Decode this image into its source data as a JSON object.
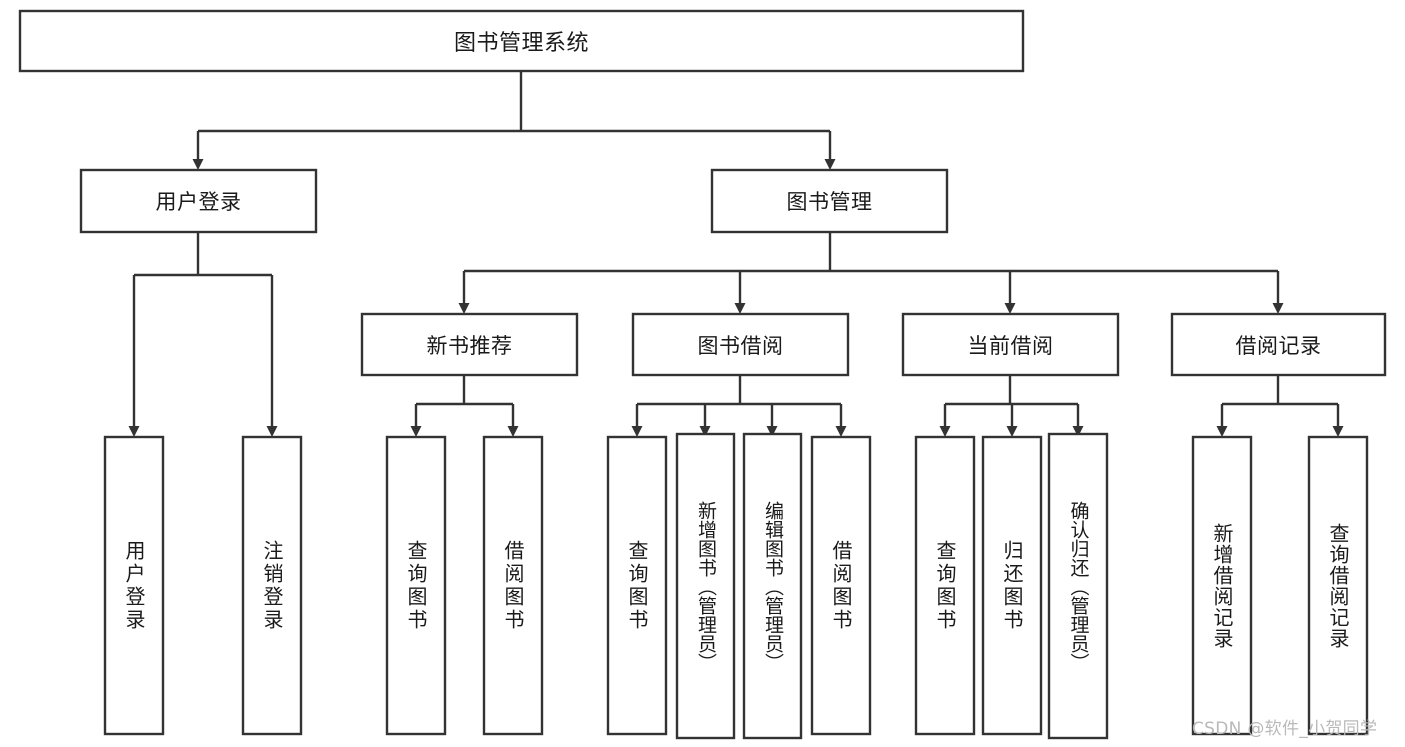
{
  "diagram": {
    "title": "图书管理系统",
    "type": "tree-hierarchy",
    "style": {
      "box_fill": "#ffffff",
      "box_stroke": "#333333",
      "text_color": "#1a1a1a",
      "background": "#ffffff",
      "watermark_color": "#b9b9b9"
    },
    "root": {
      "id": "root",
      "label": "图书管理系统"
    },
    "level2": [
      {
        "id": "user-login",
        "label": "用户登录"
      },
      {
        "id": "book-manage",
        "label": "图书管理"
      }
    ],
    "level3": [
      {
        "id": "new-book-recommend",
        "label": "新书推荐",
        "parent": "book-manage"
      },
      {
        "id": "book-borrow",
        "label": "图书借阅",
        "parent": "book-manage"
      },
      {
        "id": "current-borrow",
        "label": "当前借阅",
        "parent": "book-manage"
      },
      {
        "id": "borrow-record",
        "label": "借阅记录",
        "parent": "book-manage"
      }
    ],
    "leaves": {
      "user-login": [
        {
          "id": "leaf-user-login",
          "label": "用户登录"
        },
        {
          "id": "leaf-user-logout",
          "label": "注销登录"
        }
      ],
      "new-book-recommend": [
        {
          "id": "leaf-query-book-1",
          "label": "查询图书"
        },
        {
          "id": "leaf-borrow-book-1",
          "label": "借阅图书"
        }
      ],
      "book-borrow": [
        {
          "id": "leaf-query-book-2",
          "label": "查询图书"
        },
        {
          "id": "leaf-add-book",
          "label": "新增图书（管理员）"
        },
        {
          "id": "leaf-edit-book",
          "label": "编辑图书（管理员）"
        },
        {
          "id": "leaf-borrow-book-2",
          "label": "借阅图书"
        }
      ],
      "current-borrow": [
        {
          "id": "leaf-query-book-3",
          "label": "查询图书"
        },
        {
          "id": "leaf-return-book",
          "label": "归还图书"
        },
        {
          "id": "leaf-confirm-return",
          "label": "确认归还（管理员）"
        }
      ],
      "borrow-record": [
        {
          "id": "leaf-add-record",
          "label": "新增借阅记录"
        },
        {
          "id": "leaf-query-record",
          "label": "查询借阅记录"
        }
      ]
    }
  },
  "watermark": {
    "text": "CSDN @软件_小贺同学"
  }
}
